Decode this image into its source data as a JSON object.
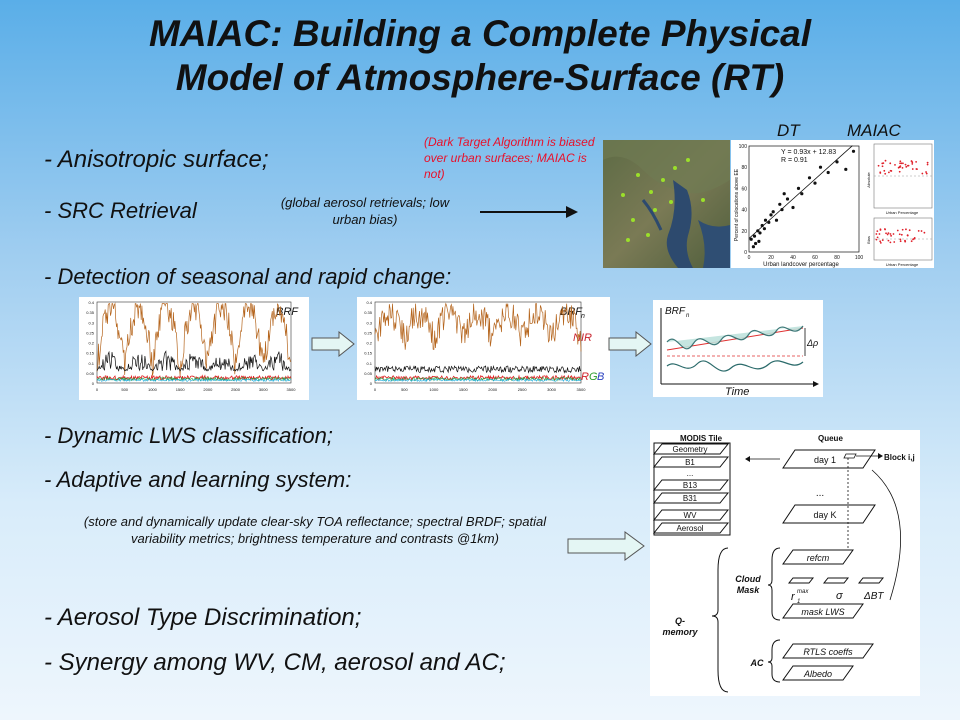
{
  "title": {
    "line1": "MAIAC: Building a Complete Physical",
    "line2": "Model of Atmosphere-Surface (RT)"
  },
  "bullets": {
    "anisotropic": "- Anisotropic surface;",
    "src": "- SRC Retrieval",
    "detection": "- Detection of seasonal and rapid change:",
    "lws": "- Dynamic LWS classification;",
    "adaptive": "- Adaptive and learning system:",
    "aerosol_type": "-  Aerosol Type Discrimination;",
    "synergy": "-  Synergy among WV, CM, aerosol and AC;"
  },
  "notes": {
    "dark_target": "(Dark Target Algorithm is biased over urban surfaces; MAIAC is not)",
    "src_note": "(global aerosol retrievals; low urban bias)",
    "adaptive_note": "(store and dynamically update clear-sky TOA reflectance; spectral BRDF; spatial variability metrics; brightness temperature and contrasts @1km)"
  },
  "comparison_labels": {
    "dt": "DT",
    "maiac": "MAIAC"
  },
  "scatter_plot": {
    "equation": "Y = 0.93x + 12.83",
    "r": "R = 0.91",
    "xlabel": "Urban landcover percentage",
    "ylabel": "Percent of colocations above EE",
    "xticks": [
      "0",
      "20",
      "40",
      "60",
      "80",
      "100"
    ],
    "yticks": [
      "0",
      "20",
      "40",
      "60",
      "80",
      "100"
    ],
    "points": [
      [
        2,
        12
      ],
      [
        4,
        5
      ],
      [
        5,
        15
      ],
      [
        6,
        8
      ],
      [
        8,
        20
      ],
      [
        9,
        10
      ],
      [
        10,
        18
      ],
      [
        12,
        25
      ],
      [
        14,
        22
      ],
      [
        15,
        30
      ],
      [
        18,
        28
      ],
      [
        20,
        35
      ],
      [
        22,
        38
      ],
      [
        25,
        30
      ],
      [
        28,
        45
      ],
      [
        30,
        40
      ],
      [
        32,
        55
      ],
      [
        35,
        50
      ],
      [
        40,
        42
      ],
      [
        45,
        60
      ],
      [
        48,
        55
      ],
      [
        55,
        70
      ],
      [
        60,
        65
      ],
      [
        65,
        80
      ],
      [
        72,
        75
      ],
      [
        80,
        85
      ],
      [
        88,
        78
      ],
      [
        95,
        95
      ]
    ]
  },
  "maiac_plots": {
    "top_title": "Urban Percentage",
    "bottom_title": "Urban Percentage",
    "top_ylabel": "Absolute",
    "bottom_ylabel": "Bias"
  },
  "brf_charts": {
    "left_label": "BRF",
    "right_label": "BRF",
    "right_sub": "n",
    "nir_label": "NIR",
    "rgb_r": "R",
    "rgb_g": "G",
    "rgb_b": "B",
    "left_yticks": [
      "0.4",
      "0.35",
      "0.3",
      "0.25",
      "0.2",
      "0.15",
      "0.1",
      "0.05",
      "0"
    ],
    "right_yticks": [
      "0.4",
      "0.35",
      "0.3",
      "0.25",
      "0.2",
      "0.15",
      "0.1",
      "0.05",
      "0"
    ],
    "xticks": [
      "0",
      "500",
      "1000",
      "1500",
      "2000",
      "2500",
      "3000",
      "3500"
    ]
  },
  "change_diagram": {
    "label": "BRF",
    "sub": "n",
    "delta": "Δρ",
    "time": "Time"
  },
  "memory_diagram": {
    "modis_tile": "MODIS Tile",
    "geometry": "Geometry",
    "b1": "B1",
    "dots1": "...",
    "b13": "B13",
    "b31": "B31",
    "wv": "WV",
    "aerosol": "Aerosol",
    "queue": "Queue",
    "day1": "day 1",
    "dots2": "...",
    "dayk": "day K",
    "block": "Block i,j",
    "refcm": "refcm",
    "r1max": "r",
    "r1sub": "1",
    "r1sup": "max",
    "sigma": "σ",
    "delta_bt": "ΔBT",
    "mask_lws": "mask LWS",
    "rtls": "RTLS coeffs",
    "albedo": "Albedo",
    "cloud_mask_1": "Cloud",
    "cloud_mask_2": "Mask",
    "q_memory_1": "Q-",
    "q_memory_2": "memory",
    "ac": "AC"
  }
}
